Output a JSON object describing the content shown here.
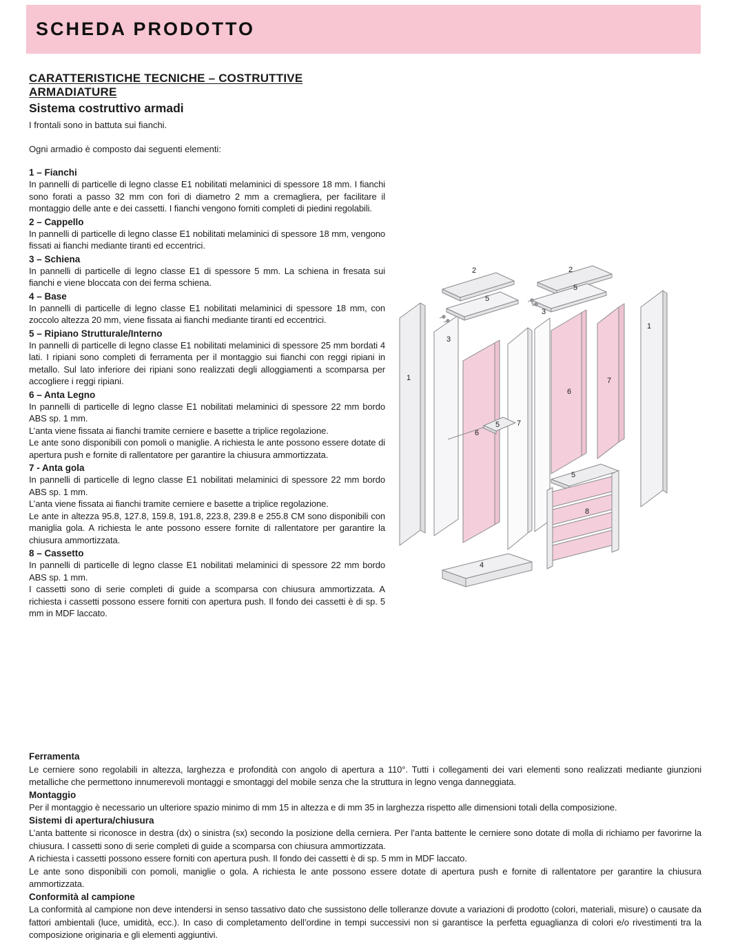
{
  "header": {
    "title": "SCHEDA PRODOTTO"
  },
  "colors": {
    "header_bg": "#f7c6d2",
    "panel_pink": "#f4cfdb",
    "panel_gray": "#ededef",
    "outline": "#8a8a8e"
  },
  "main": {
    "heading": "CARATTERISTICHE TECNICHE – COSTRUTTIVE ARMADIATURE",
    "subheading": "Sistema costruttivo armadi",
    "intro1": "I frontali sono in battuta sui fianchi.",
    "intro2": "Ogni armadio è composto dai seguenti elementi:",
    "items": [
      {
        "title": "1 – Fianchi",
        "paragraphs": [
          "In pannelli di particelle di legno classe E1 nobilitati melaminici di spessore 18 mm. I fianchi sono forati a passo 32 mm con fori di diametro 2 mm a cremagliera, per facilitare il montaggio delle ante e dei cassetti. I fianchi vengono forniti completi di piedini regolabili."
        ]
      },
      {
        "title": "2 – Cappello",
        "paragraphs": [
          "In pannelli di particelle di legno classe E1 nobilitati melaminici di spessore 18 mm, vengono fissati ai fianchi mediante tiranti ed eccentrici."
        ]
      },
      {
        "title": "3 – Schiena",
        "paragraphs": [
          "In pannelli di particelle di legno classe E1 di spessore 5 mm. La schiena in fresata sui fianchi e viene bloccata con dei ferma schiena."
        ]
      },
      {
        "title": "4 – Base",
        "paragraphs": [
          "In pannelli di particelle di legno classe E1 nobilitati melaminici di spessore 18 mm, con zoccolo altezza 20 mm, viene fissata ai fianchi mediante tiranti ed eccentrici."
        ]
      },
      {
        "title": "5 – Ripiano Strutturale/Interno",
        "paragraphs": [
          "In pannelli di particelle di legno classe E1 nobilitati melaminici di spessore 25 mm bordati 4 lati. I ripiani sono completi di ferramenta per il montaggio sui fianchi con reggi ripiani in metallo. Sul lato inferiore dei ripiani sono realizzati degli alloggiamenti a scomparsa per accogliere i reggi ripiani."
        ]
      },
      {
        "title": "6 – Anta Legno",
        "paragraphs": [
          "In pannelli di particelle di legno classe E1 nobilitati melaminici di spessore 22 mm bordo ABS sp. 1 mm.",
          "L’anta viene fissata ai fianchi tramite cerniere e basette a triplice regolazione.",
          "Le ante sono disponibili con pomoli o maniglie. A richiesta le ante possono essere dotate di apertura push e fornite di rallentatore per garantire la chiusura ammortizzata."
        ]
      },
      {
        "title": "7 - Anta gola",
        "paragraphs": [
          "In pannelli di particelle di legno classe E1 nobilitati melaminici di spessore 22 mm bordo ABS sp. 1 mm.",
          "L’anta viene fissata ai fianchi tramite cerniere e basette a triplice regolazione.",
          "Le ante in altezza 95.8, 127.8, 159.8, 191.8, 223.8, 239.8 e 255.8 CM sono disponibili con maniglia gola. A richiesta le ante possono essere fornite di rallentatore per garantire la chiusura ammortizzata."
        ]
      },
      {
        "title": "8 – Cassetto",
        "paragraphs": [
          "In pannelli di particelle di legno classe E1 nobilitati melaminici di spessore 22 mm bordo ABS sp. 1 mm.",
          "I cassetti sono di serie completi di guide a scomparsa con chiusura ammortizzata. A richiesta i cassetti possono essere forniti con apertura push. Il fondo dei cassetti è di sp. 5 mm in MDF laccato."
        ]
      }
    ]
  },
  "diagram": {
    "description": "Esploso armadio con elementi numerati",
    "labels": [
      "2",
      "5",
      "2",
      "5",
      "3",
      "3",
      "1",
      "1",
      "6",
      "5",
      "7",
      "6",
      "7",
      "5",
      "8",
      "4"
    ]
  },
  "bottom_sections": [
    {
      "title": "Ferramenta",
      "paragraphs": [
        "Le cerniere sono regolabili in altezza, larghezza e profondità con angolo di apertura a 110°. Tutti i collegamenti dei vari elementi sono realizzati mediante giunzioni metalliche che permettono innumerevoli montaggi e smontaggi del mobile senza che la struttura in legno venga danneggiata."
      ]
    },
    {
      "title": "Montaggio",
      "paragraphs": [
        "Per il montaggio è necessario un ulteriore spazio minimo di mm 15 in altezza e di mm 35 in larghezza rispetto alle dimensioni totali della composizione."
      ]
    },
    {
      "title": "Sistemi di apertura/chiusura",
      "paragraphs": [
        "L’anta battente si riconosce in destra (dx) o sinistra (sx) secondo la posizione della cerniera. Per l’anta battente le cerniere sono dotate di molla di richiamo per favorirne la chiusura. I cassetti sono di serie completi di guide a scomparsa con chiusura ammortizzata.",
        "A richiesta i cassetti possono essere forniti con apertura push. Il fondo dei cassetti è di sp. 5 mm in MDF laccato.",
        "Le ante sono disponibili con pomoli, maniglie o gola. A richiesta le ante possono essere dotate di apertura push e fornite di rallentatore per garantire la chiusura ammortizzata."
      ]
    },
    {
      "title": "Conformità al campione",
      "paragraphs": [
        "La conformità al campione non deve intendersi in senso tassativo dato che sussistono delle tolleranze dovute a variazioni di prodotto (colori, materiali, misure) o causate da fattori ambientali (luce, umidità, ecc.). In caso di completamento dell’ordine in tempi successivi non si garantisce la perfetta eguaglianza di colori e/o rivestimenti tra la composizione originaria e gli elementi aggiuntivi."
      ]
    }
  ]
}
